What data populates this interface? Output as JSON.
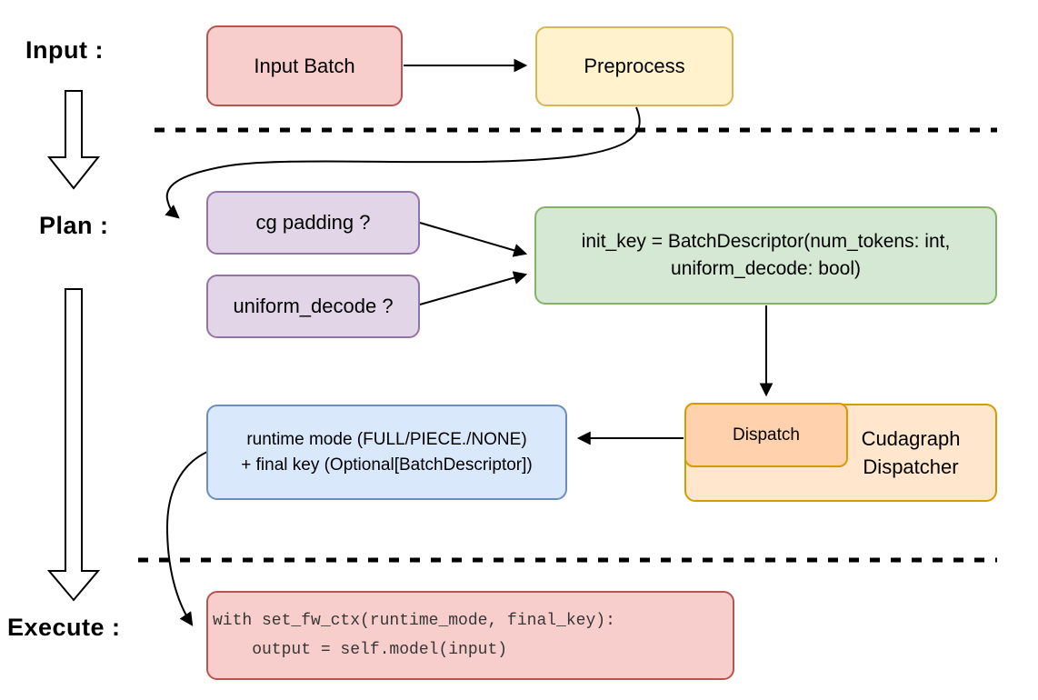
{
  "diagram": {
    "title_hint": "Cudagraph dispatch flow: Input / Plan / Execute",
    "stage_labels": {
      "input": "Input :",
      "plan": "Plan :",
      "execute": "Execute :"
    },
    "nodes": {
      "input_batch": {
        "label": "Input Batch",
        "fill": "#f8cecc",
        "stroke": "#b85450"
      },
      "preprocess": {
        "label": "Preprocess",
        "fill": "#fff2cc",
        "stroke": "#d6b656"
      },
      "cg_padding": {
        "label": "cg padding ?",
        "fill": "#e1d5e7",
        "stroke": "#9673a6"
      },
      "uniform_decode": {
        "label": "uniform_decode ?",
        "fill": "#e1d5e7",
        "stroke": "#9673a6"
      },
      "init_key": {
        "line1": "init_key = BatchDescriptor(num_tokens: int,",
        "line2": "uniform_decode: bool)",
        "fill": "#d5e8d4",
        "stroke": "#82b366"
      },
      "dispatch": {
        "label": "Dispatch",
        "fill": "#ffd1ad",
        "stroke": "#d79b00"
      },
      "cudagraph_dispatcher": {
        "line1": "Cudagraph",
        "line2": "Dispatcher",
        "fill": "#ffe6cc",
        "stroke": "#d79b00"
      },
      "runtime_mode": {
        "line1": "runtime mode (FULL/PIECE./NONE)",
        "line2": "+ final key (Optional[BatchDescriptor])",
        "fill": "#dae8fc",
        "stroke": "#6c8ebf"
      },
      "execute_code": {
        "line1": "with set_fw_ctx(runtime_mode, final_key):",
        "line2": "    output = self.model(input)",
        "fill": "#f8cecc",
        "stroke": "#b85450"
      }
    },
    "connector_color": "#000000",
    "dashed_separators": 2
  }
}
